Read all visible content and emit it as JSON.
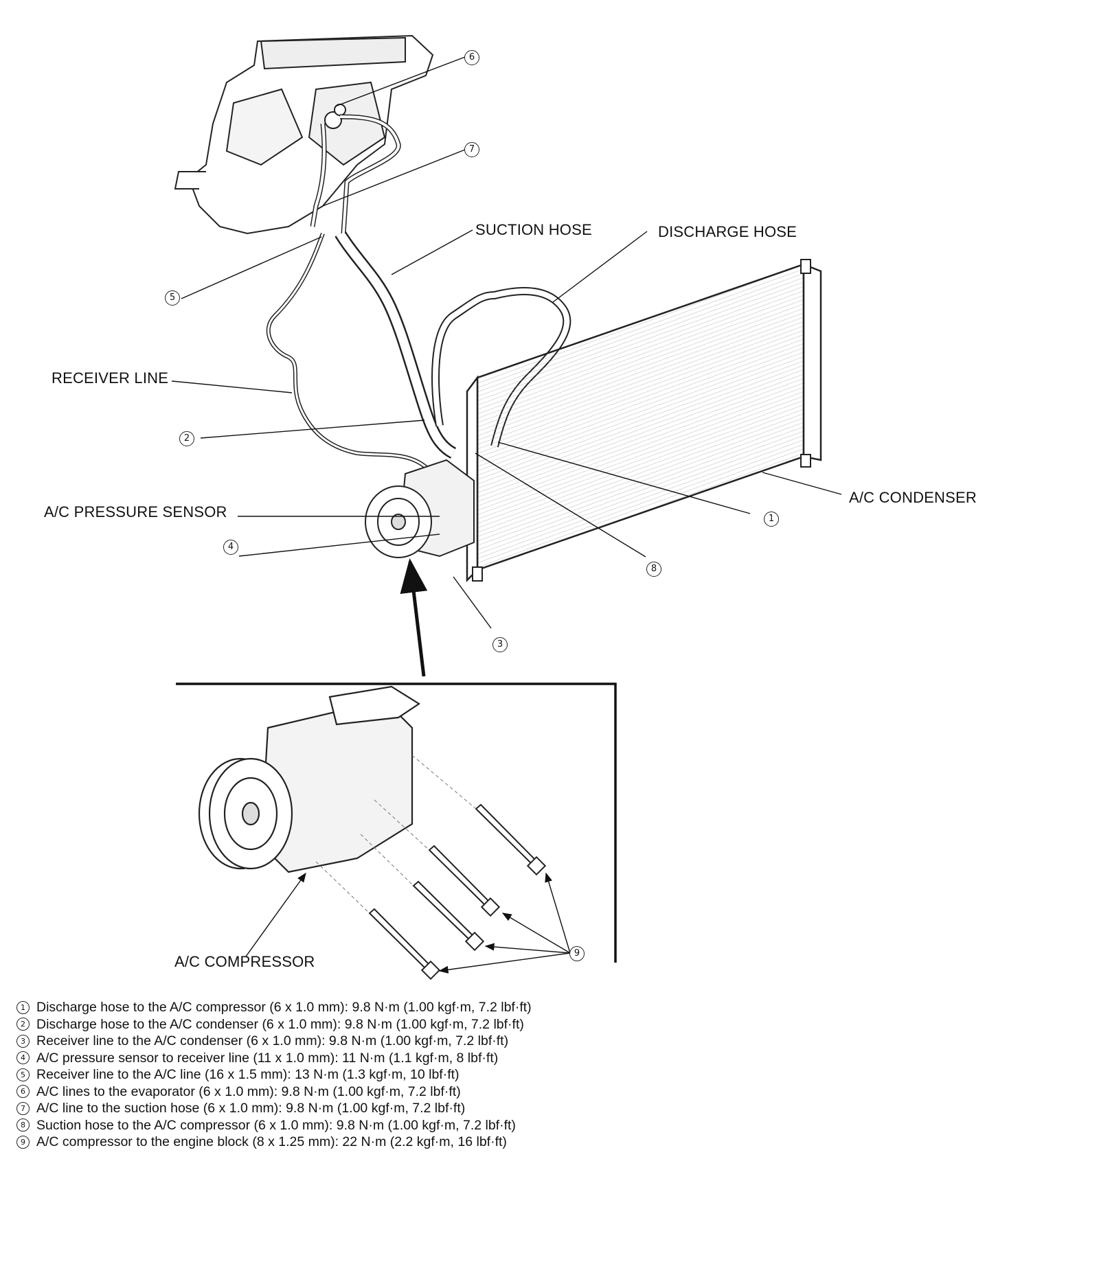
{
  "labels": {
    "suction_hose": "SUCTION HOSE",
    "discharge_hose": "DISCHARGE HOSE",
    "receiver_line": "RECEIVER LINE",
    "ac_condenser": "A/C CONDENSER",
    "ac_pressure_sensor": "A/C PRESSURE SENSOR",
    "ac_compressor": "A/C COMPRESSOR"
  },
  "callouts": [
    "1",
    "2",
    "3",
    "4",
    "5",
    "6",
    "7",
    "8",
    "9"
  ],
  "legend": [
    {
      "num": "1",
      "text": "Discharge hose to the A/C compressor (6 x 1.0 mm): 9.8 N·m (1.00 kgf·m, 7.2 lbf·ft)"
    },
    {
      "num": "2",
      "text": "Discharge hose to the A/C condenser (6 x 1.0 mm): 9.8 N·m (1.00 kgf·m, 7.2 lbf·ft)"
    },
    {
      "num": "3",
      "text": "Receiver line to the A/C condenser (6 x 1.0 mm): 9.8 N·m (1.00 kgf·m, 7.2 lbf·ft)"
    },
    {
      "num": "4",
      "text": "A/C pressure sensor to receiver line (11 x 1.0 mm): 11 N·m (1.1 kgf·m, 8 lbf·ft)"
    },
    {
      "num": "5",
      "text": "Receiver line to the A/C line (16 x 1.5 mm): 13 N·m (1.3 kgf·m, 10 lbf·ft)"
    },
    {
      "num": "6",
      "text": "A/C lines to the evaporator (6 x 1.0 mm): 9.8 N·m (1.00 kgf·m, 7.2 lbf·ft)"
    },
    {
      "num": "7",
      "text": "A/C line to the suction hose (6 x 1.0 mm): 9.8 N·m (1.00 kgf·m, 7.2 lbf·ft)"
    },
    {
      "num": "8",
      "text": "Suction hose to the A/C compressor (6 x 1.0 mm): 9.8 N·m (1.00 kgf·m, 7.2 lbf·ft)"
    },
    {
      "num": "9",
      "text": "A/C compressor to the engine block (8 x 1.25 mm): 22 N·m (2.2 kgf·m, 16 lbf·ft)"
    }
  ]
}
